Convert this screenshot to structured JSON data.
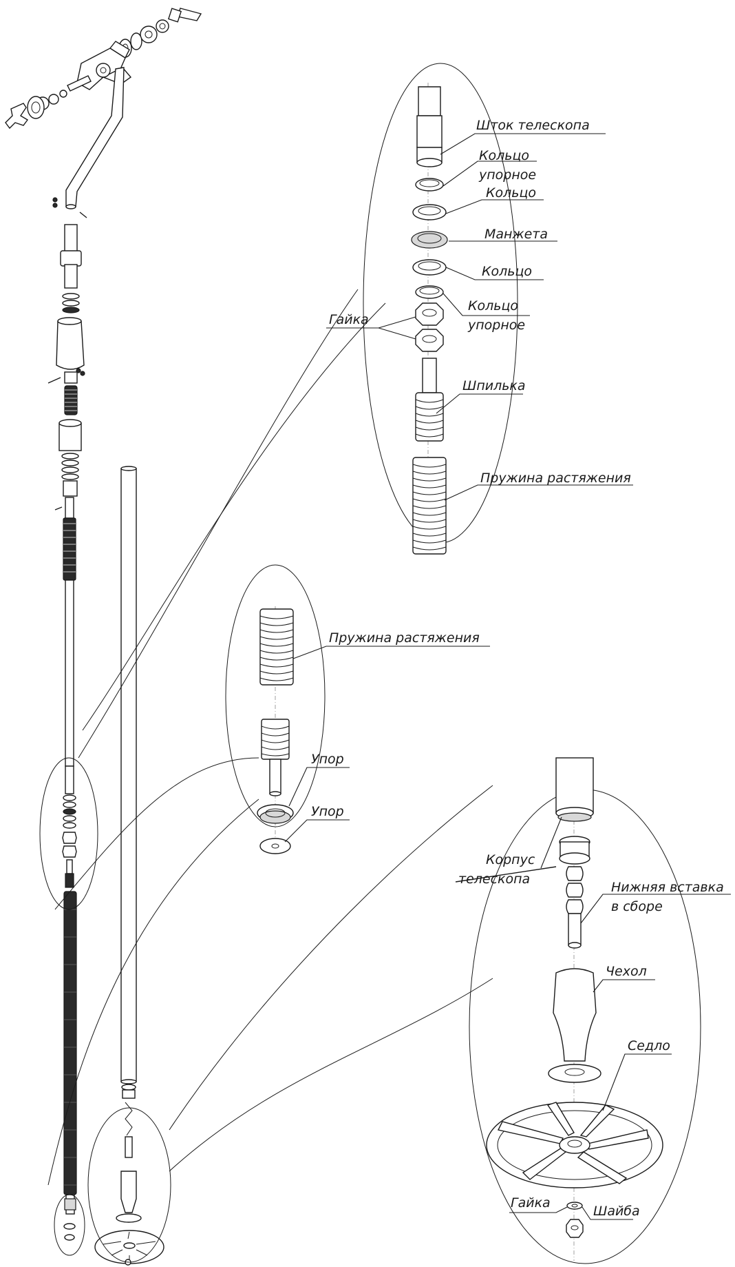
{
  "labels": {
    "shtok": "Шток телескопа",
    "koltso_upornoe_1a": "Кольцо",
    "koltso_upornoe_1b": "упорное",
    "koltso_1": "Кольцо",
    "manzheta": "Манжета",
    "koltso_2": "Кольцо",
    "koltso_upornoe_2a": "Кольцо",
    "koltso_upornoe_2b": "упорное",
    "gayka_top": "Гайка",
    "shpilka": "Шпилька",
    "pruzhina_1": "Пружина растяжения",
    "pruzhina_2": "Пружина растяжения",
    "upor_1": "Упор",
    "upor_2": "Упор",
    "korpus_a": "Корпус",
    "korpus_b": "телескопа",
    "vstavka_a": "Нижняя вставка",
    "vstavka_b": "в сборе",
    "chekhol": "Чехол",
    "sedlo": "Седло",
    "gayka_bottom": "Гайка",
    "shayba": "Шайба"
  }
}
